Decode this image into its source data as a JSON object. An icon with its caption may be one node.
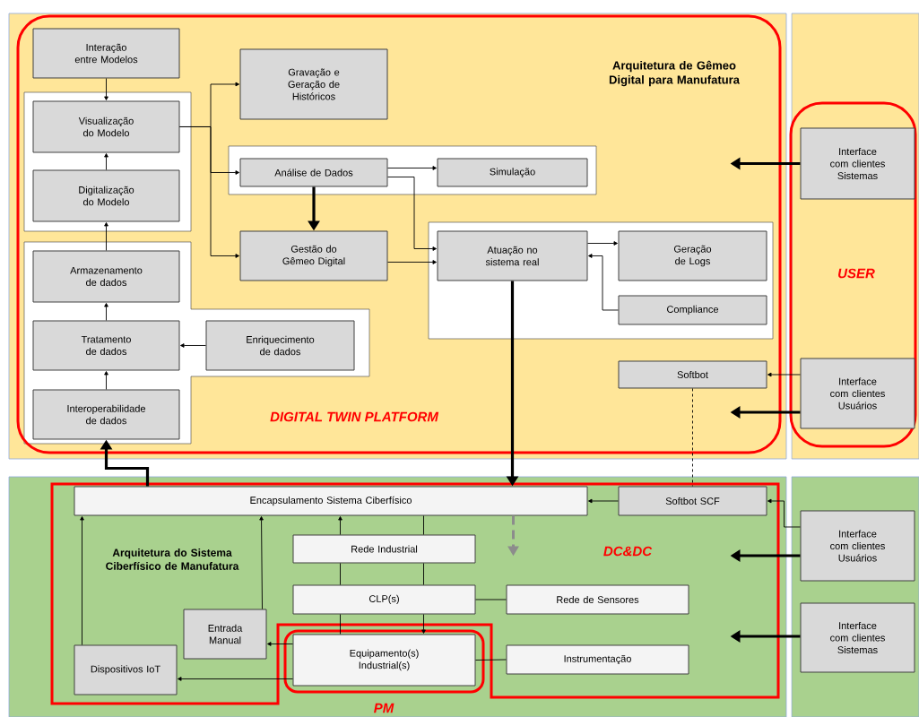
{
  "diagram": {
    "nodes": [
      {
        "text": [
          "DIGITAL TWIN PLATFORM"
        ]
      },
      {
        "text": [
          "Interação entre Modelos"
        ],
        "in": 0
      },
      {
        "text": [
          "Gravação e Geração de Históricos"
        ],
        "in": 0
      },
      {
        "text": [
          "Visualização do Modelo"
        ],
        "in": 0
      },
      {
        "text": [
          "Análise de Dados"
        ],
        "in": 0
      },
      {
        "text": [
          "Simulação"
        ],
        "in": 0
      },
      {
        "text": [
          "Digitalização do Modelo"
        ],
        "in": 0
      },
      {
        "text": [
          "Gestão do Gêmeo Digital"
        ],
        "in": 0
      },
      {
        "text": [
          "Atuação no sistema real"
        ],
        "in": 0
      },
      {
        "text": [
          "Geração de Logs"
        ],
        "in": 0
      },
      {
        "text": [
          "Armazenamento de dados"
        ],
        "in": 0
      },
      {
        "text": [
          "Compliance"
        ],
        "in": 0
      },
      {
        "text": [
          "Tratamento de dados"
        ],
        "in": 0
      },
      {
        "text": [
          "Enriquecimento de dados"
        ],
        "in": 0
      },
      {
        "text": [
          "Softbot"
        ],
        "in": 0
      },
      {
        "text": [
          "Interoperabilidade de dados"
        ],
        "in": 0
      },
      {
        "text": [
          "USER"
        ]
      },
      {
        "text": [
          "Interface com clientes Sistemas"
        ],
        "in": 16
      },
      {
        "text": [
          "Interface com clientes Usuários"
        ],
        "in": 16
      },
      {
        "text": [
          "DC&DC"
        ]
      },
      {
        "text": [
          "Encapsulamento Sistema Ciberfísico"
        ],
        "in": 19
      },
      {
        "text": [
          "Softbot SCF"
        ],
        "in": 19
      },
      {
        "text": [
          "Interface com clientes Usuários"
        ]
      },
      {
        "text": [
          "Rede Industrial"
        ],
        "in": 19
      },
      {
        "text": [
          "CLP(s)"
        ],
        "in": 19
      },
      {
        "text": [
          "Rede de Sensores"
        ],
        "in": 19
      },
      {
        "text": [
          "Entrada Manual"
        ],
        "in": 19
      },
      {
        "text": [
          "Interface com clientes Sistemas"
        ]
      },
      {
        "text": [
          "PM"
        ]
      },
      {
        "text": [
          "Equipamento(s) Industrial(s)"
        ],
        "in": 28
      },
      {
        "text": [
          "Instrumentação"
        ],
        "in": 19
      },
      {
        "text": [
          "Dispositivos IoT"
        ],
        "in": 19
      }
    ],
    "edges": [
      {
        "from": 1,
        "to": 3,
        "arrow": "to"
      },
      {
        "from": 6,
        "to": 3,
        "arrow": "to"
      },
      {
        "from": 10,
        "to": 6,
        "arrow": "to"
      },
      {
        "from": 12,
        "to": 10,
        "arrow": "to"
      },
      {
        "from": 15,
        "to": 12,
        "arrow": "to"
      },
      {
        "from": 13,
        "to": 12,
        "arrow": "to"
      },
      {
        "from": 3,
        "to": 2,
        "arrow": "to"
      },
      {
        "from": 3,
        "to": 4,
        "arrow": "to"
      },
      {
        "from": 3,
        "to": 7,
        "arrow": "to"
      },
      {
        "from": 4,
        "to": 5,
        "arrow": "to"
      },
      {
        "from": 4,
        "to": 7,
        "arrow": "to",
        "style": "thick"
      },
      {
        "from": 4,
        "to": 8,
        "arrow": "to"
      },
      {
        "from": 7,
        "to": 8,
        "arrow": "to"
      },
      {
        "from": 8,
        "to": 9,
        "arrow": "to"
      },
      {
        "from": 11,
        "to": 8,
        "arrow": "to"
      },
      {
        "from": 8,
        "to": 20,
        "arrow": "to",
        "style": "thick"
      },
      {
        "from": 20,
        "to": null,
        "arrow": "to",
        "style": "dashed",
        "color": "#8c8c8c"
      },
      {
        "from": 14,
        "to": 21,
        "arrow": "none",
        "style": "dashed"
      },
      {
        "from": 18,
        "to": 14,
        "arrow": "to"
      },
      {
        "from": 18,
        "to": null,
        "arrow": "to",
        "style": "thick"
      },
      {
        "from": 17,
        "to": null,
        "arrow": "to",
        "style": "thick"
      },
      {
        "from": 22,
        "to": 21,
        "arrow": "to"
      },
      {
        "from": 22,
        "to": null,
        "arrow": "to",
        "style": "thick"
      },
      {
        "from": 27,
        "to": null,
        "arrow": "to",
        "style": "thick"
      },
      {
        "from": 21,
        "to": 20,
        "arrow": "to"
      },
      {
        "from": 20,
        "to": 15,
        "arrow": "to",
        "style": "thick"
      },
      {
        "from": 23,
        "to": 20,
        "arrow": "to"
      },
      {
        "from": 20,
        "to": 23,
        "arrow": "none"
      },
      {
        "from": 24,
        "to": 23,
        "arrow": "none"
      },
      {
        "from": 23,
        "to": 24,
        "arrow": "none"
      },
      {
        "from": 29,
        "to": 24,
        "arrow": "none"
      },
      {
        "from": 24,
        "to": 29,
        "arrow": "to"
      },
      {
        "from": 24,
        "to": 25,
        "arrow": "none"
      },
      {
        "from": 29,
        "to": 30,
        "arrow": "none"
      },
      {
        "from": 29,
        "to": 26,
        "arrow": "to"
      },
      {
        "from": 29,
        "to": 31,
        "arrow": "to"
      },
      {
        "from": 26,
        "to": 20,
        "arrow": "to"
      },
      {
        "from": 31,
        "to": 20,
        "arrow": "to"
      }
    ],
    "labels": [
      "Arquitetura de Gêmeo Digital para Manufatura",
      "Arquitetura do Sistema Ciberfísico de Manufatura"
    ]
  }
}
